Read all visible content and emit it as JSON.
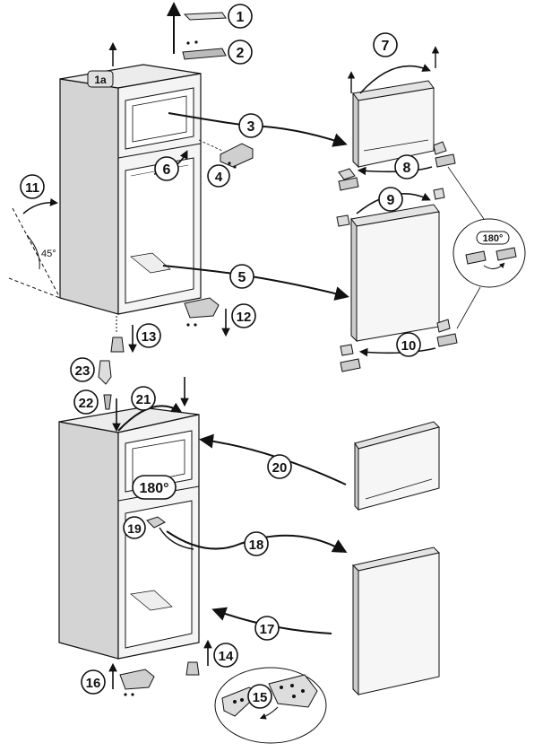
{
  "callouts": {
    "c1": "1",
    "c1a": "1a",
    "c2": "2",
    "c3": "3",
    "c4": "4",
    "c5": "5",
    "c6": "6",
    "c7": "7",
    "c8": "8",
    "c9": "9",
    "c10": "10",
    "c11": "11",
    "c12": "12",
    "c13": "13",
    "c14": "14",
    "c15": "15",
    "c16": "16",
    "c17": "17",
    "c18": "18",
    "c19": "19",
    "c20": "20",
    "c21": "21",
    "c22": "22",
    "c23": "23"
  },
  "labels": {
    "angle_45": "45°",
    "rotate_top": "180°",
    "rotate_bottom": "180°"
  },
  "colors": {
    "line": "#111111",
    "body_fill": "#e8e8e8",
    "side_fill": "#cfcfcf",
    "door_fill": "#f2f2f2"
  }
}
